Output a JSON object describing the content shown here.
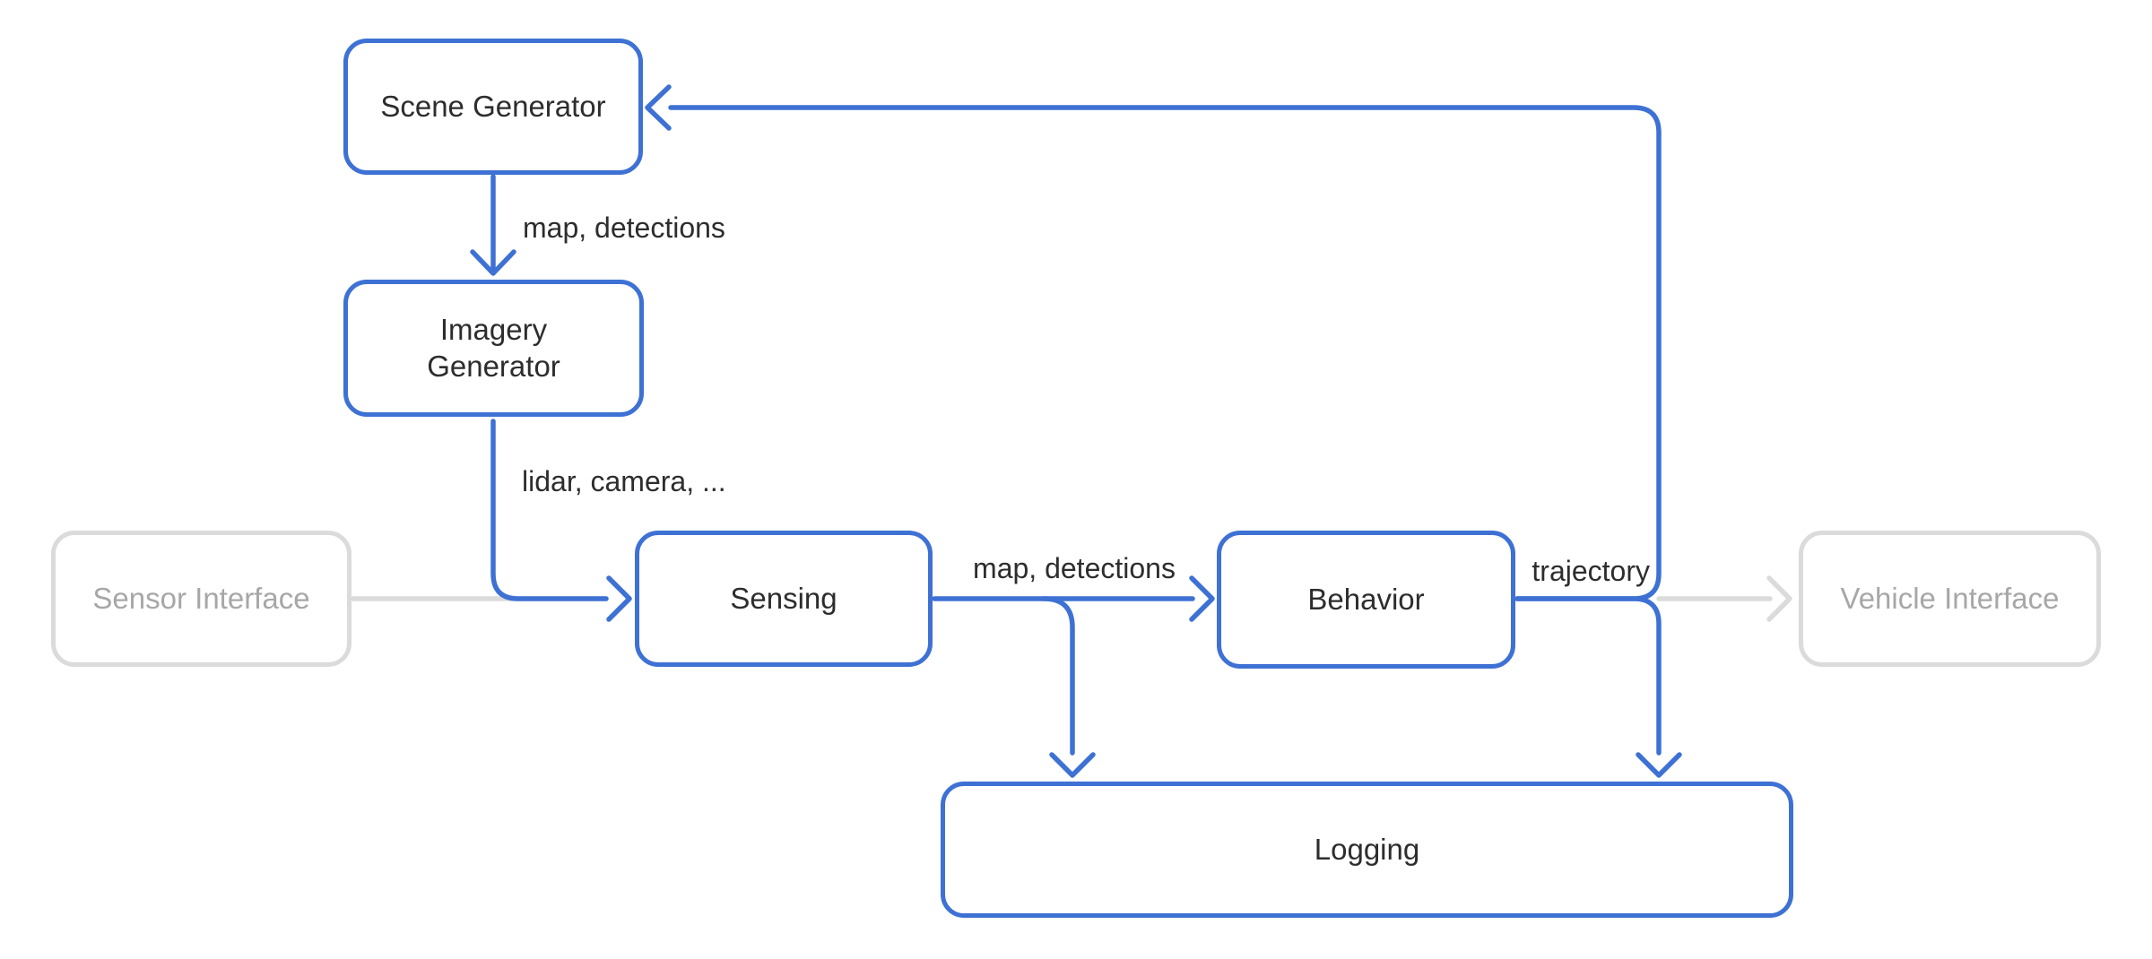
{
  "diagram": {
    "nodes": {
      "scene_generator": {
        "label": "Scene Generator",
        "state": "active"
      },
      "imagery_generator": {
        "label": "Imagery Generator",
        "state": "active"
      },
      "sensor_interface": {
        "label": "Sensor Interface",
        "state": "muted"
      },
      "sensing": {
        "label": "Sensing",
        "state": "active"
      },
      "behavior": {
        "label": "Behavior",
        "state": "active"
      },
      "vehicle_interface": {
        "label": "Vehicle Interface",
        "state": "muted"
      },
      "logging": {
        "label": "Logging",
        "state": "active"
      }
    },
    "edges": [
      {
        "from": "scene_generator",
        "to": "imagery_generator",
        "label": "map, detections"
      },
      {
        "from": "imagery_generator",
        "to": "sensing",
        "label": "lidar, camera, ..."
      },
      {
        "from": "sensor_interface",
        "to": "sensing",
        "label": ""
      },
      {
        "from": "sensing",
        "to": "behavior",
        "label": "map, detections"
      },
      {
        "from": "sensing",
        "to": "logging",
        "label": ""
      },
      {
        "from": "behavior",
        "to": "vehicle_interface",
        "label": "trajectory"
      },
      {
        "from": "behavior",
        "to": "scene_generator",
        "label": ""
      },
      {
        "from": "behavior",
        "to": "logging",
        "label": ""
      }
    ],
    "colors": {
      "active_stroke": "#3e71d4",
      "muted_stroke": "#dbdbdb",
      "muted_text": "#a7a7a7",
      "label_text": "#2d2d2d",
      "background": "#ffffff"
    }
  }
}
